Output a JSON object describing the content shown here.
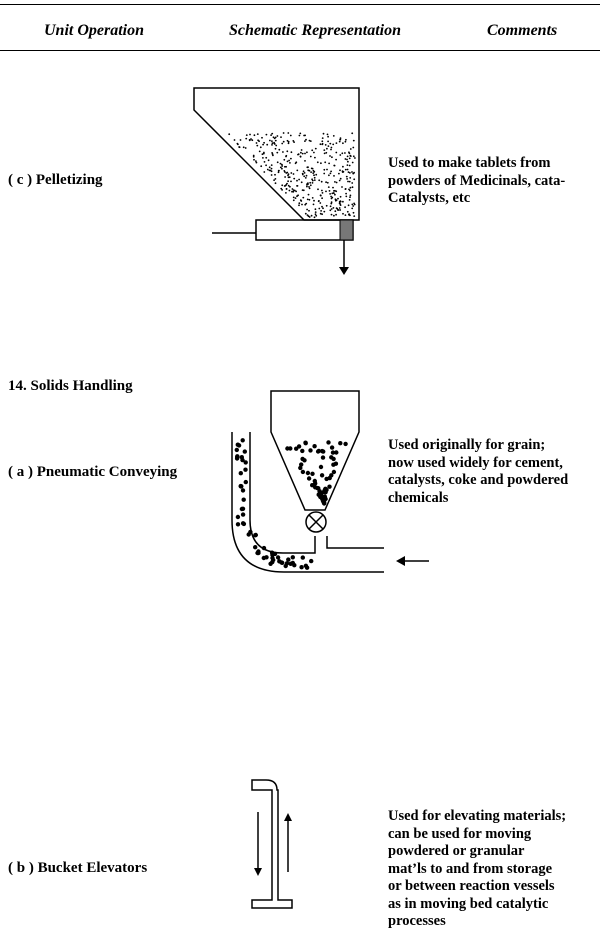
{
  "header": {
    "col1": "Unit Operation",
    "col2": "Schematic Representation",
    "col3": "Comments"
  },
  "rows": [
    {
      "label": "( c ) Pelletizing",
      "comment": "Used to make tablets from\npowders of Medicinals, cata-\nCatalysts, etc"
    },
    {
      "section": "14. Solids Handling",
      "label": "( a ) Pneumatic Conveying",
      "comment": "Used originally for grain;\nnow used widely for cement,\ncatalysts, coke and powdered\nchemicals"
    },
    {
      "label": "( b ) Bucket Elevators",
      "comment": "Used for elevating materials;\ncan be used for moving\npowdered or granular\nmat’ls to and from storage\nor between reaction vessels\nas in moving bed catalytic\nprocesses"
    }
  ]
}
